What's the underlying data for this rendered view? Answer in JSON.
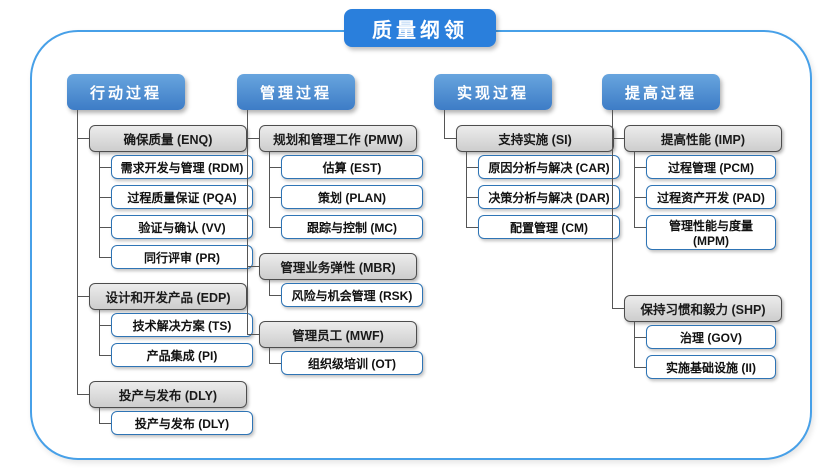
{
  "title": "质量纲领",
  "colors": {
    "frame_border": "#47a0e8",
    "title_bg": "#2a7fdc",
    "header_blue_top": "#68a5de",
    "header_blue_bottom": "#3d7cc6",
    "group_gray": "#d9d9d9",
    "leaf_border_blue": "#2e74b5",
    "connector": "#555555"
  },
  "columns": [
    {
      "header": "行动过程",
      "groups": [
        {
          "label": "确保质量 (ENQ)",
          "children": [
            "需求开发与管理 (RDM)",
            "过程质量保证 (PQA)",
            "验证与确认 (VV)",
            "同行评审 (PR)"
          ]
        },
        {
          "label": "设计和开发产品 (EDP)",
          "children": [
            "技术解决方案 (TS)",
            "产品集成 (PI)"
          ]
        },
        {
          "label": "投产与发布 (DLY)",
          "children": [
            "投产与发布 (DLY)"
          ]
        }
      ]
    },
    {
      "header": "管理过程",
      "groups": [
        {
          "label": "规划和管理工作 (PMW)",
          "children": [
            "估算 (EST)",
            "策划 (PLAN)",
            "跟踪与控制 (MC)"
          ]
        },
        {
          "label": "管理业务弹性 (MBR)",
          "children": [
            "风险与机会管理 (RSK)"
          ]
        },
        {
          "label": "管理员工 (MWF)",
          "children": [
            "组织级培训 (OT)"
          ]
        }
      ]
    },
    {
      "header": "实现过程",
      "groups": [
        {
          "label": "支持实施 (SI)",
          "children": [
            "原因分析与解决 (CAR)",
            "决策分析与解决 (DAR)",
            "配置管理 (CM)"
          ]
        }
      ]
    },
    {
      "header": "提高过程",
      "groups": [
        {
          "label": "提高性能 (IMP)",
          "children": [
            "过程管理 (PCM)",
            "过程资产开发 (PAD)",
            "管理性能与度量 (MPM)"
          ]
        },
        {
          "label": "保持习惯和毅力 (SHP)",
          "children": [
            "治理 (GOV)",
            "实施基础设施 (II)"
          ]
        }
      ]
    }
  ]
}
